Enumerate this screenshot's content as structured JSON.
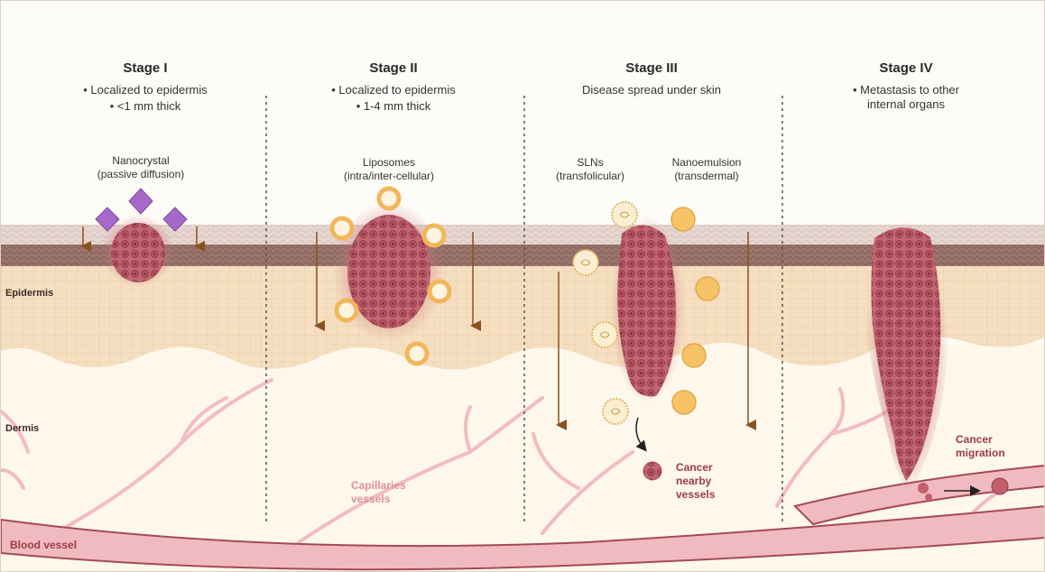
{
  "stages": [
    {
      "title": "Stage I",
      "lines": [
        "• Localized to epidermis",
        "• <1 mm thick"
      ]
    },
    {
      "title": "Stage II",
      "lines": [
        "• Localized to epidermis",
        "• 1-4 mm thick"
      ]
    },
    {
      "title": "Stage III",
      "lines": [
        "Disease spread under skin"
      ]
    },
    {
      "title": "Stage IV",
      "lines": [
        "• Metastasis to other",
        "internal organs"
      ]
    }
  ],
  "carriers": {
    "nanocrystal": {
      "name": "Nanocrystal",
      "route": "(passive diffusion)"
    },
    "liposomes": {
      "name": "Liposomes",
      "route": "(intra/inter-cellular)"
    },
    "slns": {
      "name": "SLNs",
      "route": "(transfolicular)"
    },
    "nanoemulsion": {
      "name": "Nanoemulsion",
      "route": "(transdermal)"
    }
  },
  "layers": {
    "epidermis": "Epidermis",
    "dermis": "Dermis",
    "blood_vessel": "Blood vessel"
  },
  "annotations": {
    "capillaries_1": "Capillaries",
    "capillaries_2": "vessels",
    "cancer_nearby_1": "Cancer",
    "cancer_nearby_2": "nearby",
    "cancer_nearby_3": "vessels",
    "cancer_migration_1": "Cancer",
    "cancer_migration_2": "migration"
  },
  "colors": {
    "tumor": "#b95a66",
    "epidermis_band": "#8f6a63",
    "epidermis": "#f4dcbc",
    "dermis": "#fdf6ea",
    "vessel": "#f1b9bf",
    "arrow": "#8a5120",
    "nanocrystal": "#a769c9",
    "liposome": "#f2b65a"
  }
}
